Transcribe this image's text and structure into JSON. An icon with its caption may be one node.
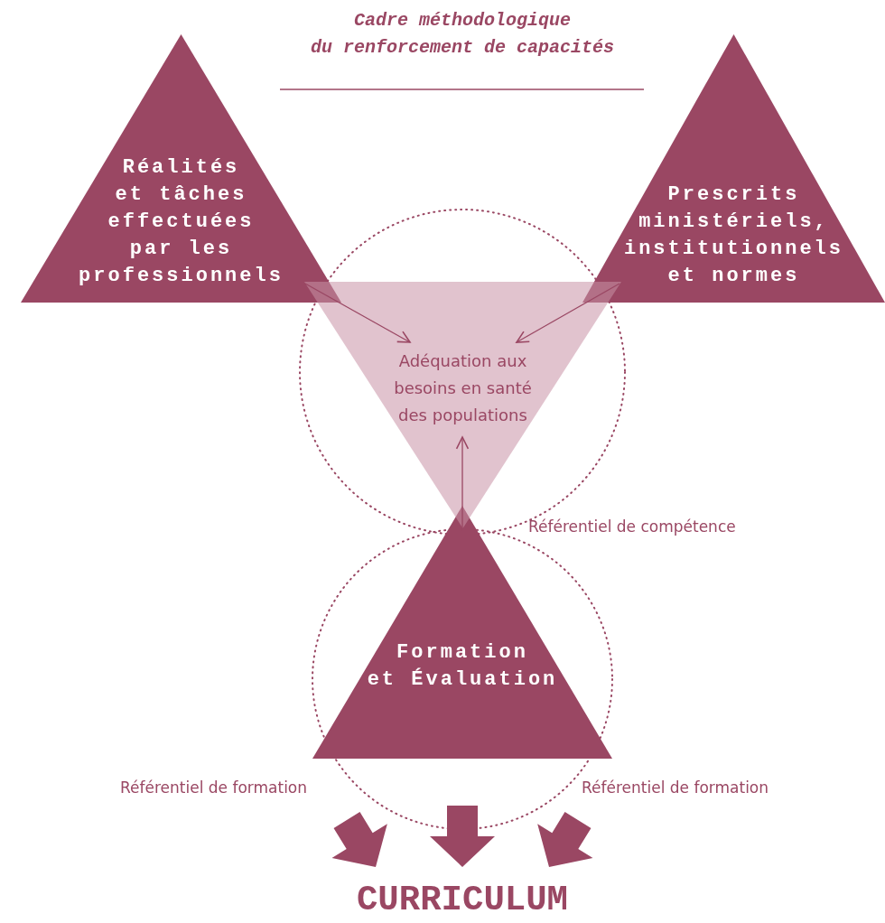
{
  "diagram": {
    "title": "Cadre méthodologique du renforcement de capacités",
    "nodes": [
      {
        "text": [
          "Réalités et tâches effectuées par les professionnels"
        ]
      },
      {
        "text": [
          "Prescrits ministériels, institutionnels et normes"
        ]
      },
      {
        "text": [
          "Adéquation aux besoins en santé des populations"
        ]
      },
      {
        "text": [
          "Formation et Évaluation"
        ]
      },
      {
        "text": [
          "CURRICULUM"
        ]
      }
    ],
    "edges": [
      {
        "from": 0,
        "to": 2,
        "arrow": "to"
      },
      {
        "from": 1,
        "to": 2,
        "arrow": "to"
      },
      {
        "from": 3,
        "to": 2,
        "arrow": "to"
      },
      {
        "from": null,
        "to": 4,
        "arrow": "to",
        "style": "thick"
      },
      {
        "from": null,
        "to": 4,
        "arrow": "to",
        "style": "thick"
      },
      {
        "from": null,
        "to": 4,
        "arrow": "to",
        "style": "thick"
      }
    ],
    "labels": [
      "Référentiel de compétence",
      "Référentiel de formation",
      "Référentiel de formation"
    ]
  }
}
